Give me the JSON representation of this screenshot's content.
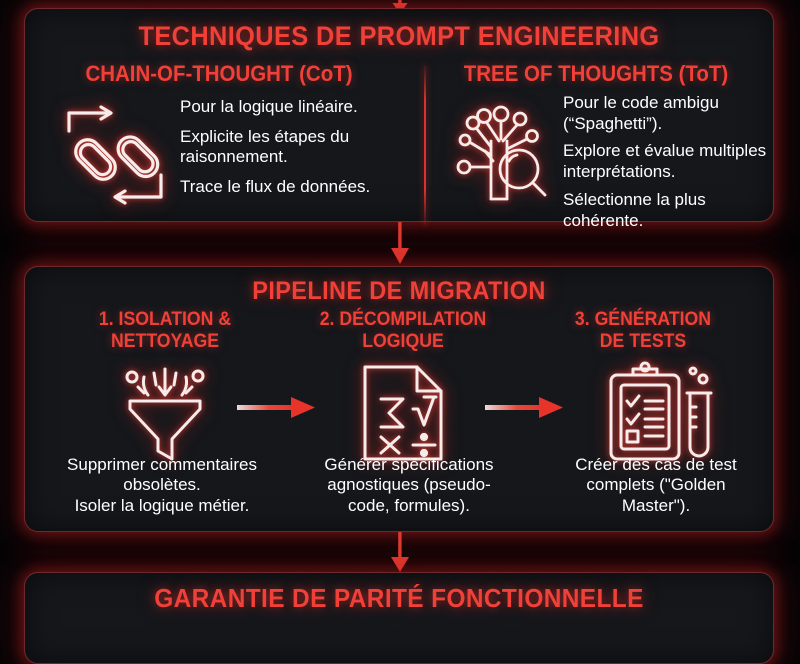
{
  "colors": {
    "accent_red": "#f04038",
    "divider_red": "#d8332c",
    "card_bg": "#15171b",
    "card_border": "#6d2a2c",
    "page_bg": "#040406",
    "text_white": "#ffffff"
  },
  "techniques": {
    "title": "TECHNIQUES DE PROMPT ENGINEERING",
    "cot": {
      "title": "CHAIN-OF-THOUGHT (CoT)",
      "icon": "chain-link-icon",
      "lines": [
        "Pour la logique linéaire.",
        "Explicite les étapes du raisonnement.",
        "Trace le flux de données."
      ]
    },
    "tot": {
      "title": "TREE OF THOUGHTS (ToT)",
      "icon": "tree-search-icon",
      "lines": [
        "Pour le code ambigu (“Spaghetti”).",
        "Explore et évalue multiples interprétations.",
        "Sélectionne la plus cohérente."
      ]
    }
  },
  "pipeline": {
    "title": "PIPELINE DE MIGRATION",
    "steps": [
      {
        "title": "1. ISOLATION &\nNETTOYAGE",
        "title_line1": "1. ISOLATION &",
        "title_line2": "NETTOYAGE",
        "icon": "funnel-icon",
        "desc_line1": "Supprimer commentaires",
        "desc_line2": "obsolètes.",
        "desc_line3": "Isoler la logique métier."
      },
      {
        "title": "2. DÉCOMPILATION\nLOGIQUE",
        "title_line1": "2. DÉCOMPILATION",
        "title_line2": "LOGIQUE",
        "icon": "math-document-icon",
        "desc_line1": "Générer spécifications",
        "desc_line2": "agnostiques (pseudo-",
        "desc_line3": "code, formules)."
      },
      {
        "title": "3. GÉNÉRATION\nDE TESTS",
        "title_line1": "3. GÉNÉRATION",
        "title_line2": "DE TESTS",
        "icon": "clipboard-testtube-icon",
        "desc_line1": "Créer des cas de test",
        "desc_line2": "complets (\"Golden",
        "desc_line3": "Master\")."
      }
    ],
    "step_arrows": [
      "arrow-right-icon",
      "arrow-right-icon"
    ]
  },
  "guarantee": {
    "title": "GARANTIE DE PARITÉ FONCTIONNELLE"
  },
  "connectors": {
    "top": "arrow-down-icon",
    "techniques_to_pipeline": "arrow-down-icon",
    "pipeline_to_guarantee": "arrow-down-icon"
  }
}
